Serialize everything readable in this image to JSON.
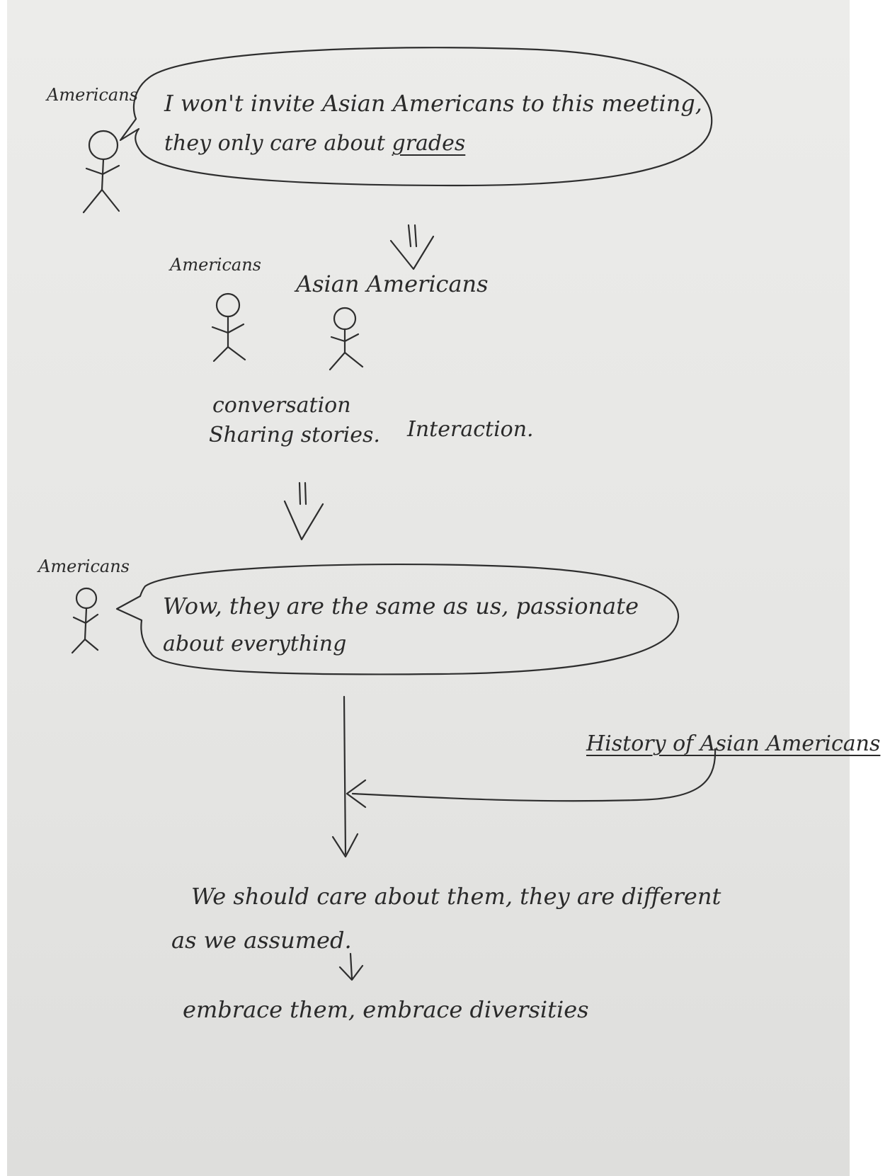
{
  "diagram": {
    "scene1": {
      "speaker_label": "Americans",
      "speech_line1": "I won't invite Asian Americans to this meeting,",
      "speech_line2_prefix": "they only care about",
      "speech_emphasis": "grades"
    },
    "scene2": {
      "left_label": "Americans",
      "right_label": "Asian Americans",
      "activity1": "conversation",
      "activity2": "Sharing stories.",
      "activity3": "Interaction."
    },
    "scene3": {
      "speaker_label": "Americans",
      "speech_line1": "Wow, they are the same as us, passionate",
      "speech_line2": "about everything"
    },
    "side_input": "History of Asian Americans",
    "conclusion": {
      "line1": "We should care about them, they are different",
      "line2": "as we assumed.",
      "line3": "embrace them, embrace diversities"
    }
  }
}
